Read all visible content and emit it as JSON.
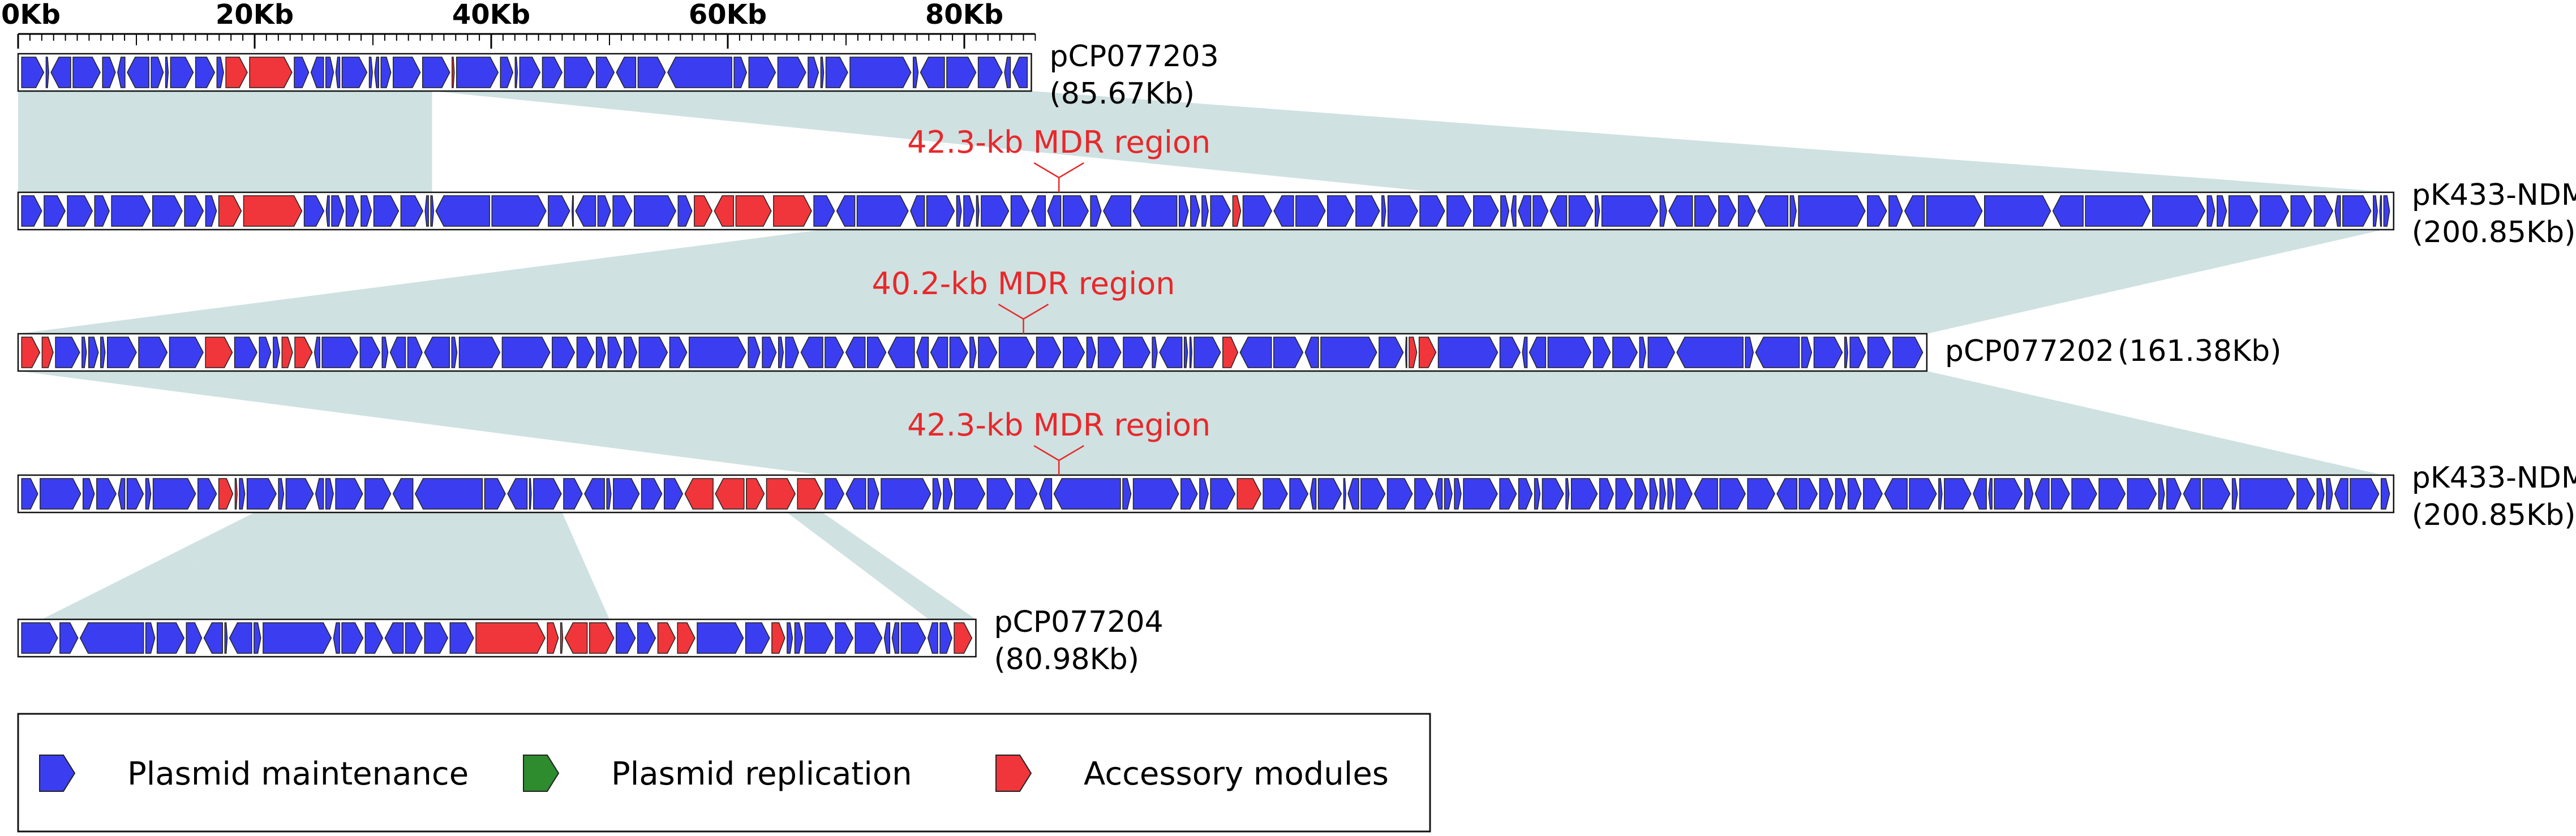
{
  "colors": {
    "maintenance": "#3b3ef0",
    "replication": "#2e8b2e",
    "accessory": "#f0363a",
    "homology": "#c7dcdc",
    "region": "#e8282b",
    "outline": "#222222"
  },
  "axis": {
    "ticks": [
      {
        "label": "0Kb",
        "kb": 0
      },
      {
        "label": "20Kb",
        "kb": 20
      },
      {
        "label": "40Kb",
        "kb": 40
      },
      {
        "label": "60Kb",
        "kb": 60
      },
      {
        "label": "80Kb",
        "kb": 80
      }
    ]
  },
  "tracks": [
    {
      "id": "pCP077203",
      "name": "pCP077203",
      "size_label": "(85.67Kb)",
      "length_kb": 85.67,
      "red_kb": [
        [
          17.5,
          18.8
        ],
        [
          20.8,
          22.0
        ],
        [
          36.5,
          37.6
        ]
      ],
      "green_kb": [
        [
          0.0,
          0.6
        ]
      ]
    },
    {
      "id": "pK433-NDM-a",
      "name": "pK433-NDM",
      "size_label": "(200.85Kb)",
      "length_kb": 200.85,
      "red_kb": [
        [
          17.5,
          18.8
        ],
        [
          20.8,
          22.0
        ],
        [
          56.5,
          61.0
        ],
        [
          62.0,
          65.0
        ],
        [
          65.5,
          68.0
        ],
        [
          103.0,
          104.5
        ]
      ],
      "green_kb": [
        [
          0.0,
          0.6
        ]
      ]
    },
    {
      "id": "pCP077202",
      "name": "pCP077202",
      "size_label": "(161.38Kb)",
      "length_kb": 161.38,
      "red_kb": [
        [
          0.0,
          3.0
        ],
        [
          16.0,
          19.0
        ],
        [
          22.0,
          25.0
        ],
        [
          60.5,
          61.8
        ],
        [
          101.0,
          104.0
        ],
        [
          118.0,
          121.0
        ]
      ],
      "green_kb": []
    },
    {
      "id": "pK433-NDM-b",
      "name": "pK433-NDM",
      "size_label": "(200.85Kb)",
      "length_kb": 200.85,
      "red_kb": [
        [
          17.5,
          18.8
        ],
        [
          20.8,
          22.0
        ],
        [
          56.5,
          61.0
        ],
        [
          62.0,
          65.0
        ],
        [
          65.5,
          68.0
        ],
        [
          103.0,
          104.5
        ]
      ],
      "green_kb": [
        [
          0.0,
          0.6
        ]
      ]
    },
    {
      "id": "pCP077204",
      "name": "pCP077204",
      "size_label": "(80.98Kb)",
      "length_kb": 80.98,
      "red_kb": [
        [
          41.5,
          47.5
        ],
        [
          48.5,
          50.5
        ],
        [
          54.5,
          59.0
        ],
        [
          59.5,
          62.0
        ],
        [
          63.0,
          65.0
        ],
        [
          79.0,
          80.9
        ]
      ],
      "green_kb": []
    }
  ],
  "regions": [
    {
      "label": "42.3-kb MDR region",
      "track": 1,
      "at_kb": 88.0
    },
    {
      "label": "40.2-kb MDR region",
      "track": 2,
      "at_kb": 85.0
    },
    {
      "label": "42.3-kb MDR region",
      "track": 3,
      "at_kb": 88.0
    }
  ],
  "homology": [
    {
      "from": 0,
      "to": 1,
      "pairs": [
        [
          0,
          35,
          0,
          35
        ],
        [
          35,
          85.67,
          120,
          200.85
        ]
      ]
    },
    {
      "from": 1,
      "to": 2,
      "pairs": [
        [
          68,
          200,
          0,
          161.38
        ]
      ]
    },
    {
      "from": 2,
      "to": 3,
      "pairs": [
        [
          0,
          161.38,
          68,
          200
        ]
      ]
    },
    {
      "from": 3,
      "to": 4,
      "pairs": [
        [
          20,
          24,
          2,
          6
        ],
        [
          24,
          46,
          6,
          50
        ],
        [
          65,
          68,
          77,
          80.98
        ]
      ]
    }
  ],
  "legend": {
    "items": [
      {
        "label": "Plasmid maintenance",
        "color_key": "maintenance"
      },
      {
        "label": "Plasmid replication",
        "color_key": "replication"
      },
      {
        "label": "Accessory modules",
        "color_key": "accessory"
      }
    ]
  }
}
